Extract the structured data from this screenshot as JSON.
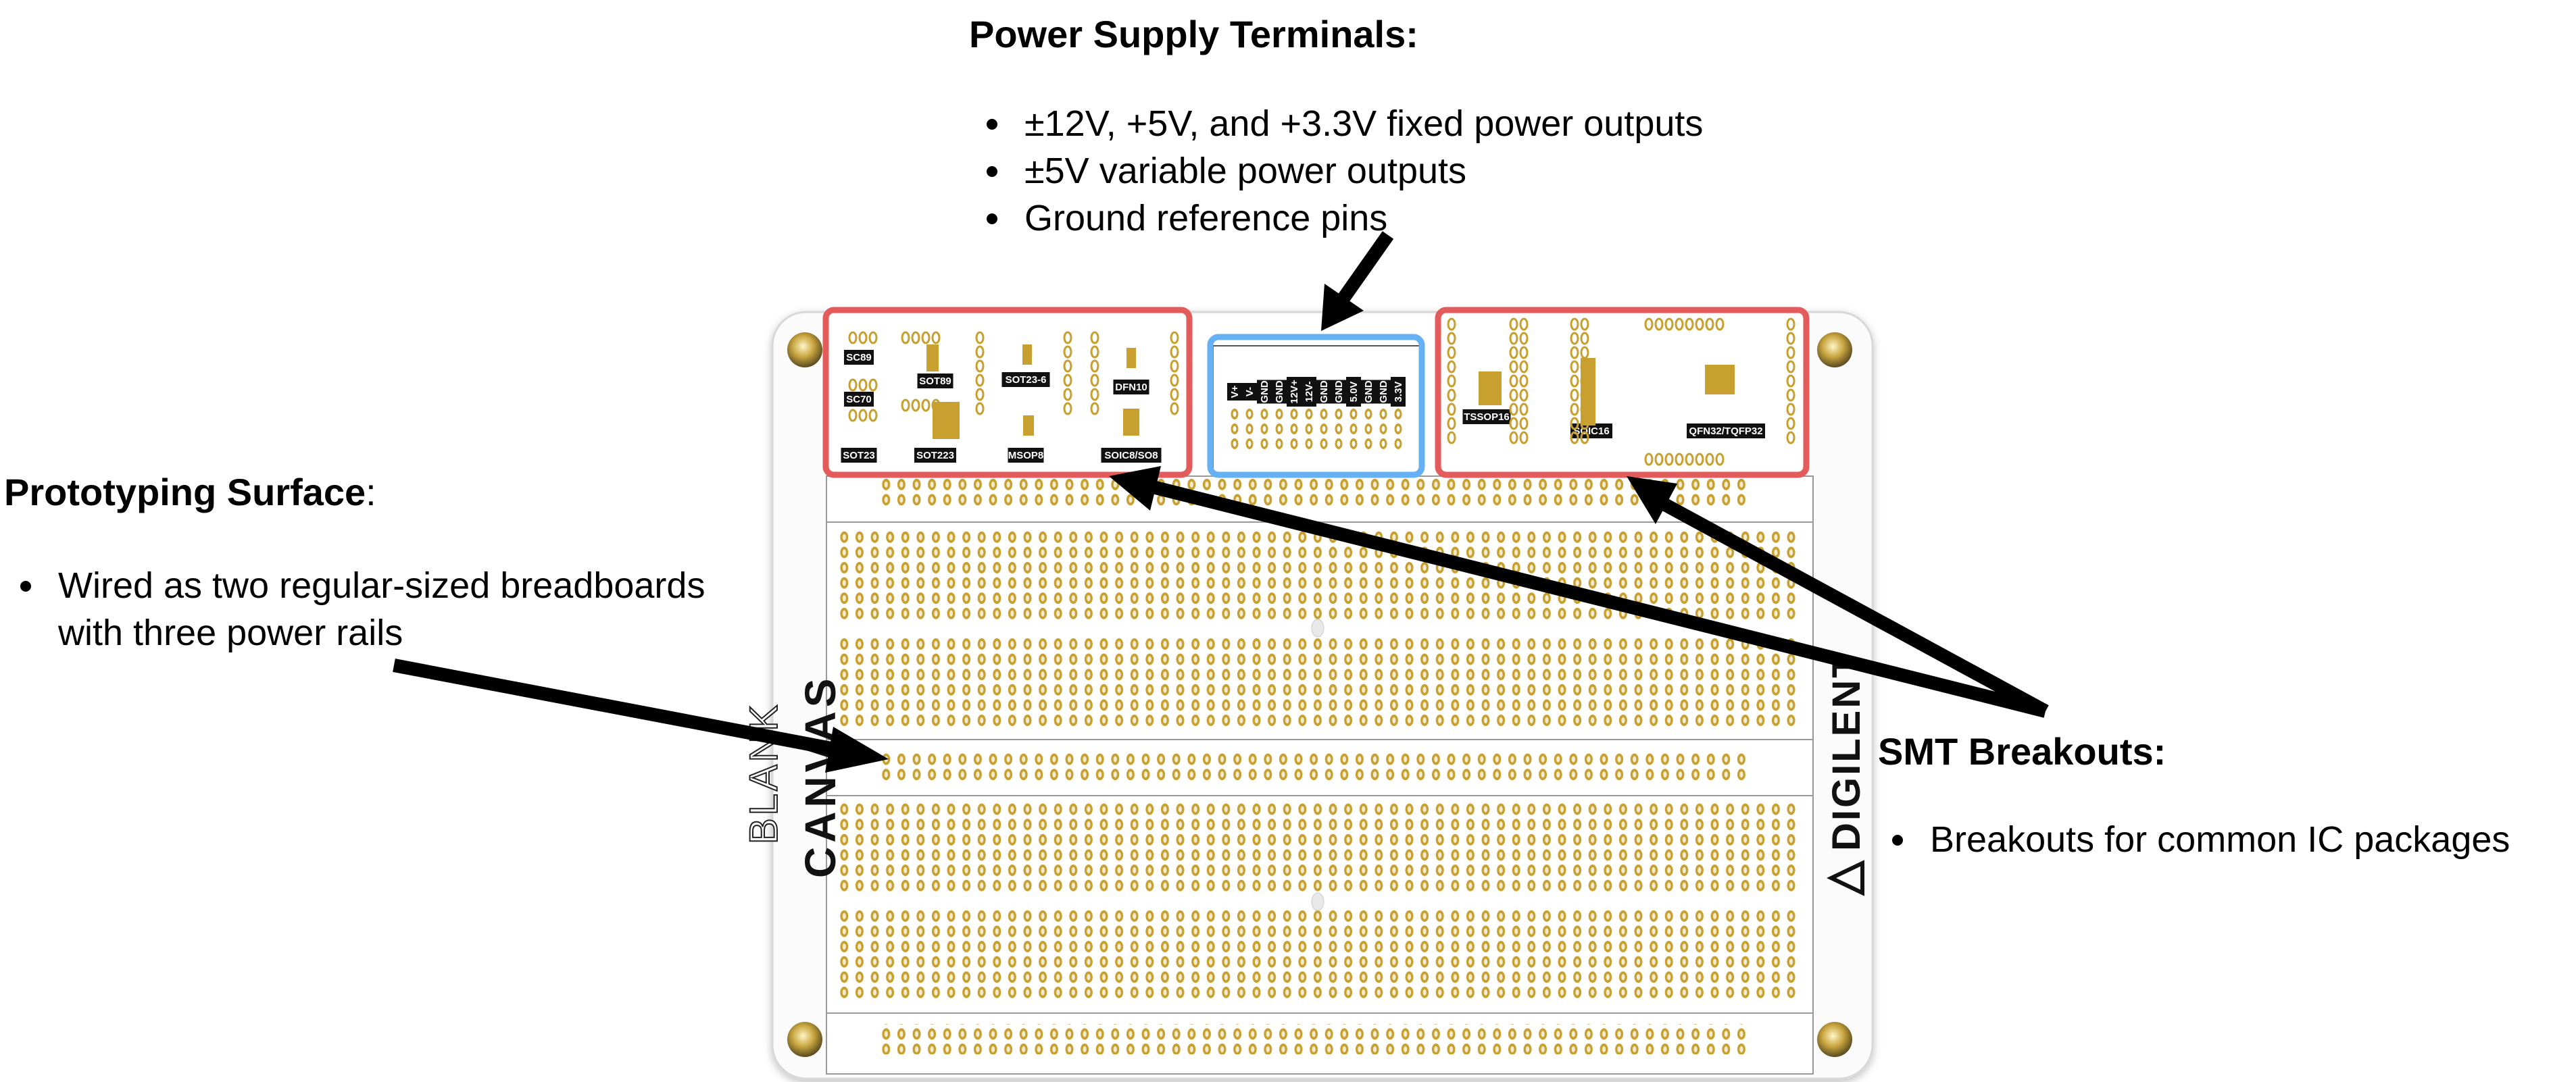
{
  "colors": {
    "smt_box": "#e35b5b",
    "power_box": "#66b1f5",
    "gold": "#c8a030",
    "arrow": "#000000"
  },
  "power_supply": {
    "title": "Power Supply Terminals:",
    "bullets": [
      "±12V, +5V, and +3.3V fixed power outputs",
      "±5V variable power outputs",
      "Ground reference pins"
    ]
  },
  "prototyping": {
    "title": "Prototyping Surface",
    "colon": ":",
    "bullets": [
      "Wired as two regular-sized breadboards",
      "with three power rails"
    ]
  },
  "smt": {
    "title": "SMT Breakouts:",
    "bullets": [
      "Breakouts for common IC packages"
    ]
  },
  "board": {
    "logo_left": [
      "BLANK",
      "CANVAS"
    ],
    "logo_right": "DIGILENT",
    "smt_left_packages": [
      "SC89",
      "SOT89",
      "SOT23-6",
      "DFN10",
      "SC70",
      "SOT23",
      "SOT223",
      "MSOP8",
      "SOIC8/SO8"
    ],
    "smt_right_packages": [
      "TSSOP16",
      "SOIC16",
      "QFN32/TQFP32"
    ],
    "terminal_labels": [
      "V+",
      "V-",
      "GND",
      "GND",
      "12V+",
      "12V-",
      "GND",
      "GND",
      "5.0V",
      "GND",
      "GND",
      "3.3V"
    ]
  }
}
